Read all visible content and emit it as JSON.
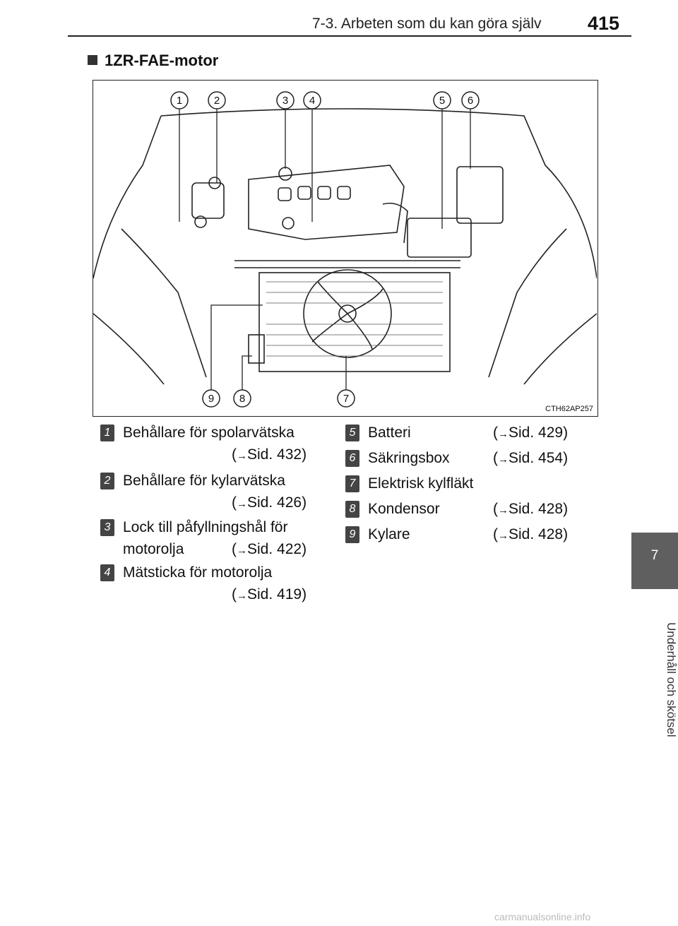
{
  "header": {
    "title": "7-3. Arbeten som du kan göra själv",
    "page_number": "415"
  },
  "side_tab": {
    "number": "7",
    "label": "Underhåll och skötsel"
  },
  "section": {
    "title": "1ZR-FAE-motor"
  },
  "figure": {
    "code": "CTH62AP257",
    "callouts_top": [
      "1",
      "2",
      "3",
      "4",
      "5",
      "6"
    ],
    "callouts_bottom": [
      "9",
      "8",
      "7"
    ]
  },
  "legend_left": [
    {
      "num": "1",
      "name": "Behållare för spolarvätska",
      "name2": "",
      "ref": "Sid. 432"
    },
    {
      "num": "2",
      "name": "Behållare för kylarvätska",
      "name2": "",
      "ref": "Sid. 426"
    },
    {
      "num": "3",
      "name": "Lock till påfyllningshål för",
      "name2": "motorolja",
      "ref": "Sid. 422"
    },
    {
      "num": "4",
      "name": "Mätsticka för motorolja",
      "name2": "",
      "ref": "Sid. 419"
    }
  ],
  "legend_right": [
    {
      "num": "5",
      "name": "Batteri",
      "ref": "Sid. 429"
    },
    {
      "num": "6",
      "name": "Säkringsbox",
      "ref": "Sid. 454"
    },
    {
      "num": "7",
      "name": "Elektrisk kylfläkt",
      "ref": ""
    },
    {
      "num": "8",
      "name": "Kondensor",
      "ref": "Sid. 428"
    },
    {
      "num": "9",
      "name": "Kylare",
      "ref": "Sid. 428"
    }
  ],
  "watermark": "carmanualsonline.info"
}
